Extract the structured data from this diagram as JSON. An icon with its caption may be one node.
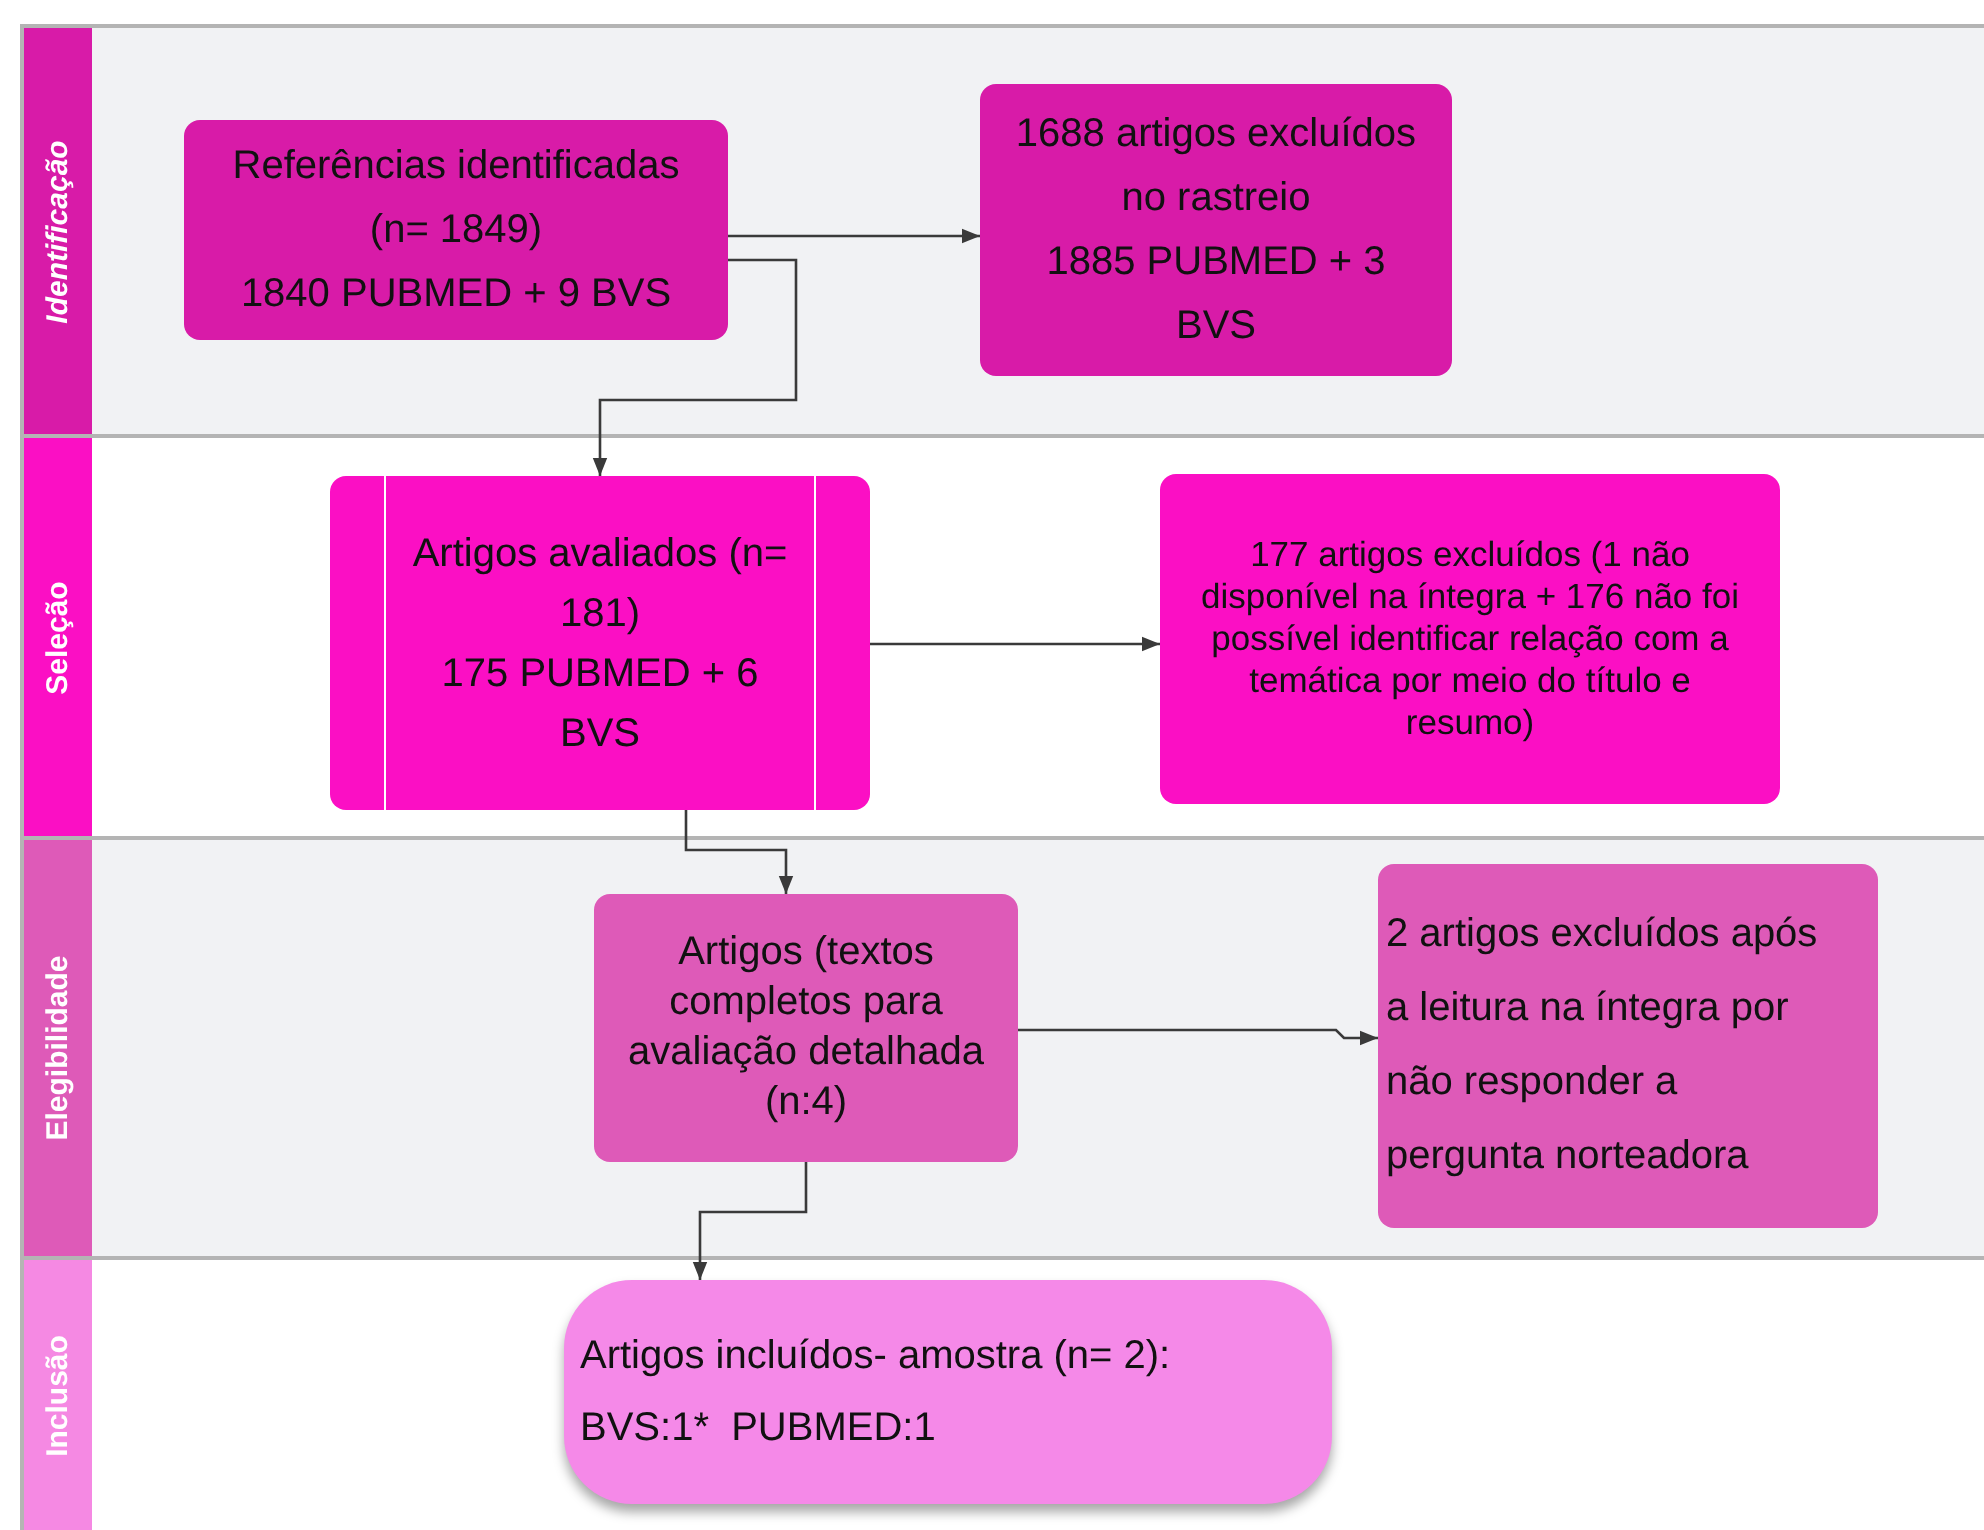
{
  "diagram": {
    "nodes": [
      {
        "text": [
          "Identificação"
        ]
      },
      {
        "text": [
          "Referências identificadas (n= 1849)",
          "1840 PUBMED + 9 BVS"
        ],
        "in": 0
      },
      {
        "text": [
          "1688 artigos excluídos no rastreio",
          "1885 PUBMED + 3 BVS"
        ],
        "in": 0
      },
      {
        "text": [
          "Seleção"
        ]
      },
      {
        "text": [
          "Artigos avaliados (n= 181)",
          "175 PUBMED + 6 BVS"
        ],
        "in": 3
      },
      {
        "text": [
          "177 artigos excluídos (1 não disponível na íntegra + 176 não foi possível identificar relação com a temática por meio do título e resumo)"
        ],
        "in": 3
      },
      {
        "text": [
          "Elegibilidade"
        ]
      },
      {
        "text": [
          "Artigos (textos completos para avaliação detalhada (n:4)"
        ],
        "in": 6
      },
      {
        "text": [
          "2 artigos excluídos após a leitura na íntegra por não responder a pergunta norteadora"
        ],
        "in": 6
      },
      {
        "text": [
          "Inclusão"
        ]
      },
      {
        "text": [
          "Artigos incluídos- amostra (n= 2):",
          "BVS:1*  PUBMED:1"
        ],
        "in": 9
      }
    ],
    "edges": [
      {
        "from": 1,
        "to": 2,
        "arrow": "to"
      },
      {
        "from": 1,
        "to": 4,
        "arrow": "to"
      },
      {
        "from": 4,
        "to": 5,
        "arrow": "to"
      },
      {
        "from": 4,
        "to": 7,
        "arrow": "to"
      },
      {
        "from": 7,
        "to": 8,
        "arrow": "to"
      },
      {
        "from": 7,
        "to": 10,
        "arrow": "to"
      }
    ]
  }
}
